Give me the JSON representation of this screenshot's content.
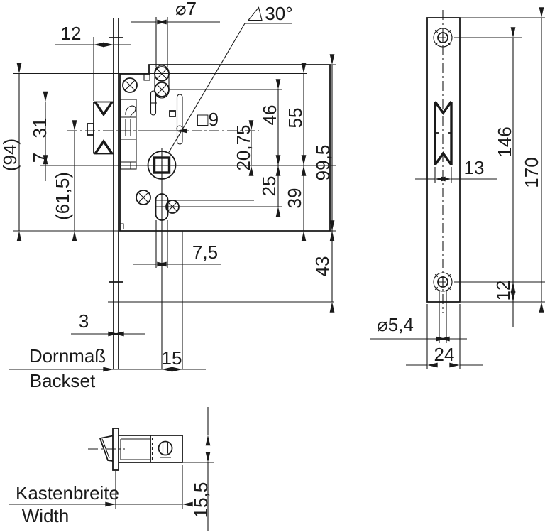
{
  "drawing": {
    "side_view": {
      "title": "lock case side view",
      "labels": {
        "faceplate_offset": "12",
        "hole_diameter": "⌀7",
        "angle": "30°",
        "spindle_square": "□9",
        "latch_to_spindle": "20,75",
        "hole_to_spindle": "46",
        "case_top_to_spindle": "55",
        "case_height": "99,5",
        "spindle_to_slot": "25",
        "spindle_to_case_bottom": "39",
        "case_bottom_to_plate_end": "43",
        "slot_width": "7,5",
        "ref_height": "(94)",
        "latch_height": "31",
        "latch_bottom_to_spindle": "7",
        "latch_axis_to_case_bottom": "(61,5)",
        "faceplate_thickness": "3",
        "behind_spindle": "15",
        "backset_de": "Dornmaß",
        "backset_en": "Backset"
      }
    },
    "faceplate_view": {
      "title": "faceplate front view",
      "labels": {
        "latch_width": "13",
        "screw_hole_spacing": "146",
        "faceplate_length": "170",
        "screw_hole_to_edge": "12",
        "screw_hole_diameter": "⌀5,4",
        "faceplate_width": "24"
      }
    },
    "top_view": {
      "title": "lock case top view",
      "labels": {
        "case_width_de": "Kastenbreite",
        "case_width_en": "Width",
        "case_thickness": "15,5"
      }
    }
  }
}
